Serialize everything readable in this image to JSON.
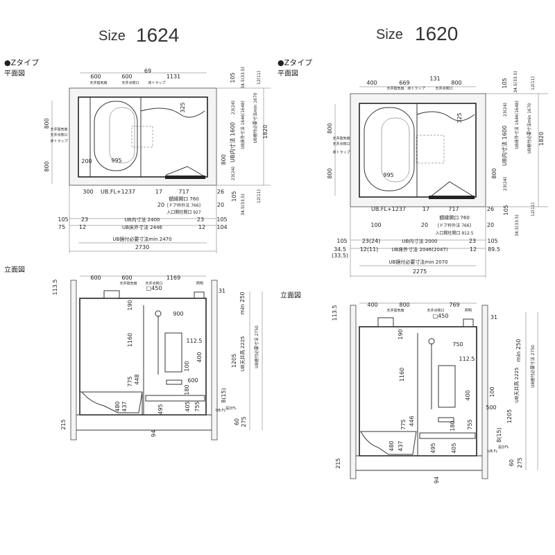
{
  "colors": {
    "line": "#333333",
    "accent_pink": "#e0287a"
  },
  "left": {
    "size_label": "Size",
    "size_number": "1624",
    "type_label": "●Zタイプ",
    "plan_label": "平面図",
    "elevation_label": "立面図",
    "plan_labels": [
      "600",
      "天井換気扇",
      "600",
      "天井点検口",
      "69",
      "1131",
      "床トラップ",
      "105",
      "34.5(33.5)",
      "12(11)",
      "800",
      "800",
      "天井換気扇",
      "天井点検口",
      "床トラップ",
      "325",
      "200",
      "995",
      "23(24)",
      "UB内寸法 1600",
      "800",
      "23(24)",
      "UB床外寸法 1646(1648)",
      "UB据付必要寸法min 1670",
      "1820",
      "300",
      "UB.FL+1237",
      "17",
      "717",
      "26",
      "105",
      "34.5(33.5)",
      "12(11)",
      "額縁開口 760",
      "20",
      "[ドア枠外法 766]",
      "20",
      "入口開柱開口 927",
      "105",
      "23",
      "UB内寸法 2400",
      "23",
      "105",
      "75",
      "12",
      "UB床外寸法 2446",
      "12",
      "104",
      "UB据付必要寸法min 2470",
      "2730"
    ],
    "elevation_labels": [
      "113.5",
      "600",
      "600",
      "1169",
      "天井換気扇",
      "天井点検口",
      "□450",
      "照明",
      "31",
      "190",
      "900",
      "1160",
      "112.5",
      "400",
      "100",
      "600",
      "775",
      "448",
      "180",
      "480",
      "437",
      "495",
      "405",
      "755",
      "1205",
      "8(15)",
      "UB.FL",
      "設計FL",
      "60",
      "275",
      "min 250",
      "UB天井高 2225",
      "UB据付必要寸法 2750",
      "215",
      "94"
    ]
  },
  "right": {
    "size_label": "Size",
    "size_number": "1620",
    "type_label": "●Zタイプ",
    "plan_label": "平面図",
    "elevation_label": "立面図",
    "plan_labels": [
      "400",
      "669",
      "131",
      "800",
      "天井換気扇",
      "床トラップ",
      "天井点検口",
      "105",
      "34.5(33.5)",
      "12(11)",
      "800",
      "800",
      "天井換気扇",
      "天井点検口",
      "床トラップ",
      "325",
      "995",
      "23(24)",
      "UB内寸法 1600",
      "800",
      "23(24)",
      "UB床外寸法 1646(1648)",
      "UB据付必要寸法min 1670",
      "1820",
      "UB.FL+1237",
      "17",
      "717",
      "26",
      "105",
      "34.5(33.5)",
      "12(11)",
      "100",
      "額縁開口 760",
      "20",
      "[ドア枠外法 766]",
      "20",
      "入口開柱開口 912.5",
      "105",
      "23(24)",
      "UB内寸法 2000",
      "23",
      "105",
      "34.5",
      "(33.5)",
      "12(11)",
      "UB床外寸法 2046(2047)",
      "12",
      "89.5",
      "UB据付必要寸法min 2070",
      "2275"
    ],
    "elevation_labels": [
      "113.5",
      "400",
      "800",
      "769",
      "天井換気扇",
      "天井点検口",
      "□450",
      "照明",
      "31",
      "190",
      "750",
      "112.5",
      "1160",
      "400",
      "100",
      "500",
      "775",
      "446",
      "180",
      "755",
      "480",
      "437",
      "495",
      "405",
      "8(15)",
      "UB.FL",
      "設計FL",
      "1205",
      "60",
      "275",
      "min 250",
      "UB天井高 2225",
      "UB据付必要寸法 2750",
      "215",
      "94"
    ]
  }
}
